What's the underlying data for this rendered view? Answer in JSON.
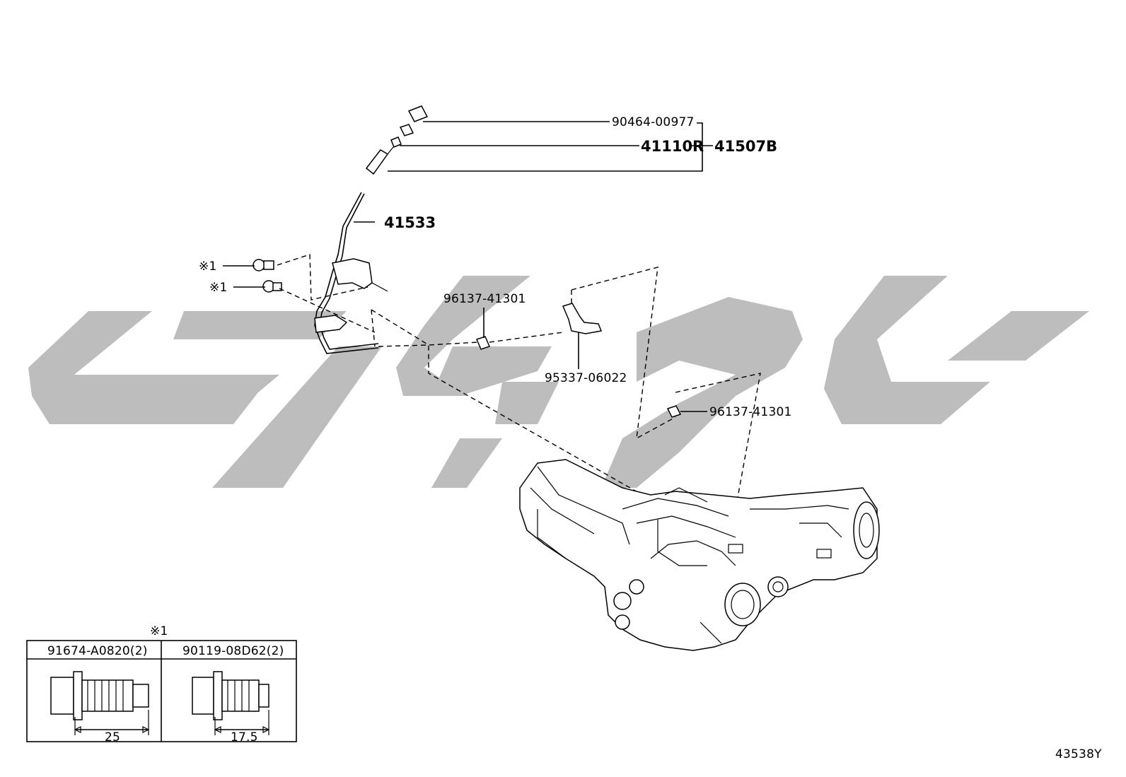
{
  "labels": {
    "plug": "90464-00977",
    "breather_plug": "41110R",
    "assembly": "41507B",
    "tube": "41533",
    "clip_upper": "96137-41301",
    "hose": "95337-06022",
    "clip_lower": "96137-41301",
    "bolt_mark_1": "※1",
    "bolt_mark_2": "※1"
  },
  "table": {
    "mark": "※1",
    "columns": [
      {
        "part": "91674-A0820(2)",
        "length": "25"
      },
      {
        "part": "90119-08D62(2)",
        "length": "17.5"
      }
    ]
  },
  "diagram_code": "43538Y",
  "colors": {
    "watermark": "#bdbdbd",
    "line": "#000000",
    "background": "#ffffff"
  }
}
